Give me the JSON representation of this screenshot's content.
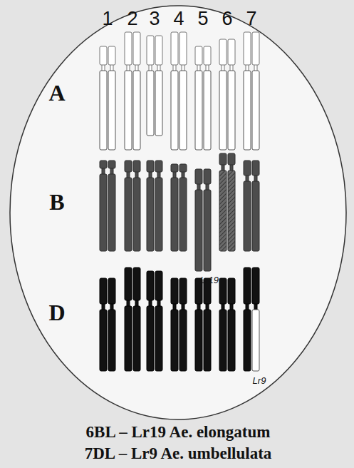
{
  "diagram": {
    "labels": [
      "1",
      "2",
      "3",
      "4",
      "5",
      "6",
      "7",
      "A",
      "B",
      "Lr19",
      "D",
      "Lr9",
      "6BL – Lr19 Ae. elongatum",
      "7DL – Lr9 Ae. umbellulata"
    ]
  }
}
